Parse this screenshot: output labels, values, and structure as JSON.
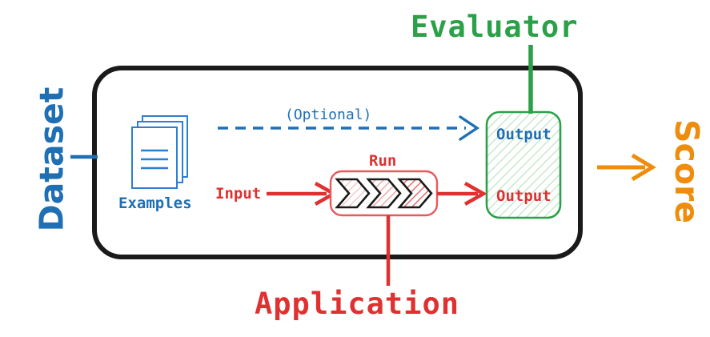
{
  "diagram": {
    "title": "Evaluation pipeline diagram",
    "outer_container_name": "experiment-container"
  },
  "labels": {
    "dataset": "Dataset",
    "score": "Score",
    "evaluator": "Evaluator",
    "application": "Application",
    "examples": "Examples",
    "optional": "(Optional)",
    "input": "Input",
    "run": "Run",
    "output_reference": "Output",
    "output_prediction": "Output"
  },
  "colors": {
    "dataset_blue": "#1f6fb5",
    "application_red": "#e03131",
    "evaluator_green": "#2aa148",
    "score_orange": "#ef8c0c",
    "container_black": "#1a1a1a",
    "white": "#ffffff"
  },
  "icons": {
    "examples": "stacked-documents-icon",
    "application": "triple-chevron-icon"
  },
  "connectors": [
    {
      "name": "dataset-connector",
      "style": "solid",
      "color": "#1f6fb5",
      "from": "dataset-label",
      "to": "experiment-container"
    },
    {
      "name": "optional-arrow",
      "style": "dashed",
      "color": "#1f6fb5",
      "from": "examples-icon",
      "to": "output-reference"
    },
    {
      "name": "input-arrow",
      "style": "solid",
      "color": "#e03131",
      "from": "input-label",
      "to": "run-box"
    },
    {
      "name": "run-output-arrow",
      "style": "solid",
      "color": "#e03131",
      "from": "run-box",
      "to": "output-prediction"
    },
    {
      "name": "application-connector",
      "style": "solid",
      "color": "#e03131",
      "from": "run-box",
      "to": "application-label"
    },
    {
      "name": "evaluator-connector",
      "style": "solid",
      "color": "#2aa148",
      "from": "evaluator-label",
      "to": "evaluator-box"
    },
    {
      "name": "score-arrow",
      "style": "solid",
      "color": "#ef8c0c",
      "from": "experiment-container",
      "to": "score-label"
    }
  ]
}
